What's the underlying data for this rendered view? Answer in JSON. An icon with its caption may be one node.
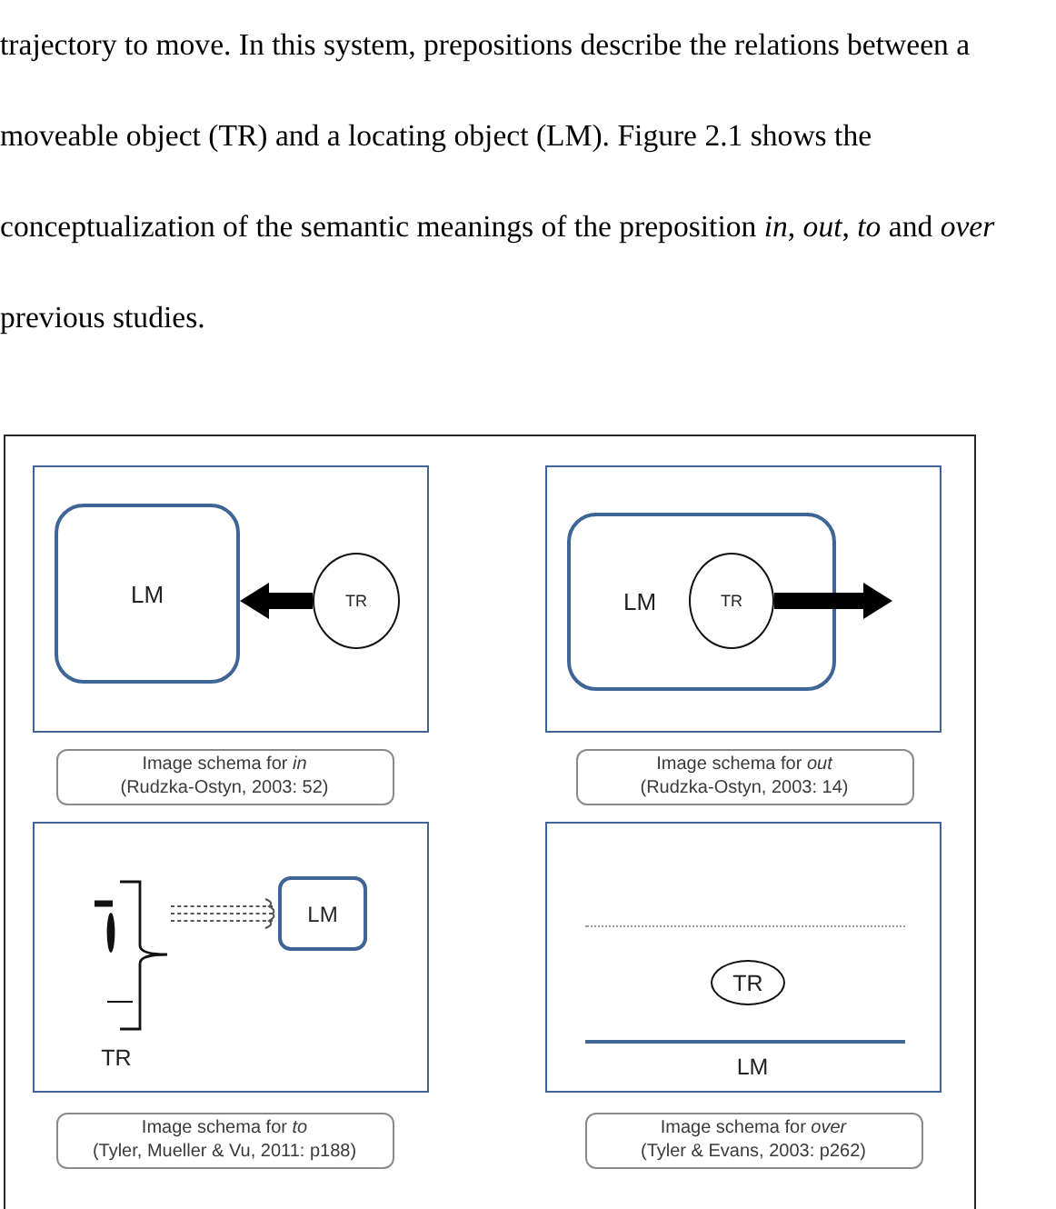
{
  "diagram": {
    "nodes": [
      {
        "text": [],
        "shape": "box"
      },
      {
        "text": [
          "LM"
        ],
        "in": 0
      },
      {
        "text": [
          "TR"
        ],
        "in": 0
      },
      {
        "text": [],
        "shape": "box"
      },
      {
        "text": [
          "LM"
        ],
        "in": 3
      },
      {
        "text": [
          "TR"
        ],
        "in": 4
      },
      {
        "text": [
          "Image schema for *in*",
          "(Rudzka-Ostyn, 2003: 52)"
        ]
      },
      {
        "text": [
          "Image schema for *out*",
          "(Rudzka-Ostyn, 2003: 14)"
        ]
      },
      {
        "text": [],
        "shape": "box"
      },
      {
        "text": [
          "TR"
        ],
        "in": 8
      },
      {
        "text": [
          "LM"
        ],
        "in": 8
      },
      {
        "text": [],
        "shape": "box"
      },
      {
        "text": [
          "TR"
        ],
        "in": 11
      },
      {
        "text": [
          "LM"
        ],
        "in": 11
      },
      {
        "text": [
          "Image schema for *to*",
          "(Tyler, Mueller & Vu, 2011: p188)"
        ]
      },
      {
        "text": [
          "Image schema for *over*",
          "(Tyler & Evans, 2003: p262)"
        ]
      }
    ],
    "edges": [
      {
        "from": 2,
        "to": 1,
        "arrow": "to"
      },
      {
        "from": 5,
        "to": null,
        "arrow": "to"
      },
      {
        "from": 9,
        "to": 10,
        "arrow": "to",
        "style": "dashed"
      }
    ],
    "labels": [
      "trajectory to move. In this system, prepositions describe the relations between a moveable object (TR) and a locating object (LM). Figure 2.1 shows the conceptualization of the semantic meanings of the preposition *in*, *out*, *to* and *over* previous studies."
    ]
  }
}
